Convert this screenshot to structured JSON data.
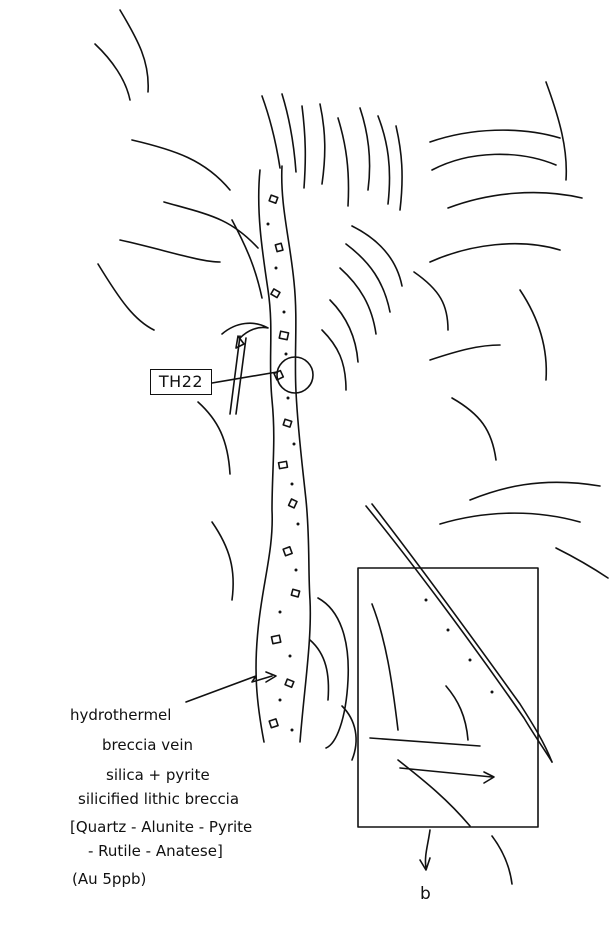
{
  "figure": {
    "sample_label": "TH22",
    "labels": {
      "line1": "hydrothermel",
      "line2": "breccia  vein",
      "line3": "silica + pyrite",
      "line4": "silicified lithic breccia",
      "line5": "[Quartz - Alunite - Pyrite",
      "line6": "- Rutile - Anatese]",
      "line7": "(Au  5ppb)"
    },
    "inset_label": "b"
  }
}
